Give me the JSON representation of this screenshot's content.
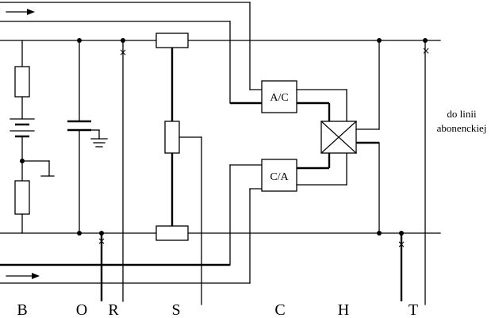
{
  "blocks": {
    "ac": "A/C",
    "ca": "C/A"
  },
  "side_label": {
    "line1": "do linii",
    "line2": "abonenckiej"
  },
  "bottom_labels": [
    "B",
    "O",
    "R",
    "S",
    "C",
    "H",
    "T"
  ]
}
